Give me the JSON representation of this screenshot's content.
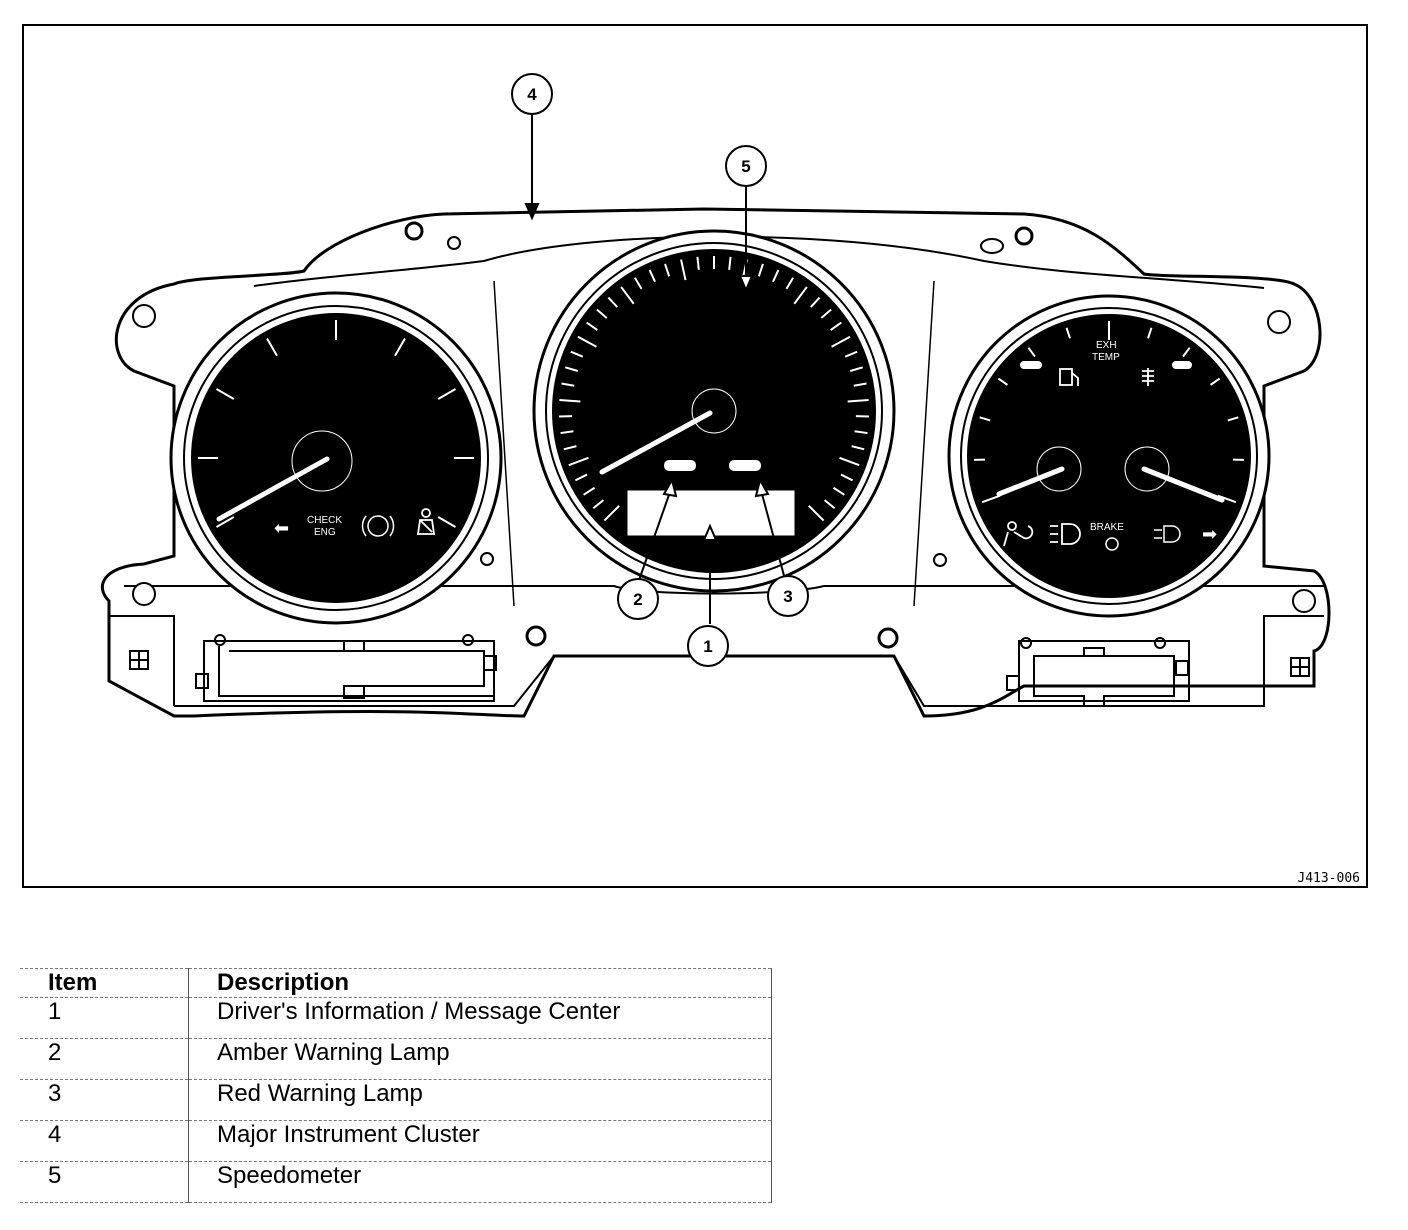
{
  "figure_id": "J413-006",
  "callouts": [
    "1",
    "2",
    "3",
    "4",
    "5"
  ],
  "gauge_labels": {
    "check_eng": [
      "CHECK",
      "ENG"
    ],
    "exh_temp": [
      "EXH",
      "TEMP"
    ],
    "brake": "BRAKE"
  },
  "legend": {
    "headers": {
      "item": "Item",
      "description": "Description"
    },
    "rows": [
      {
        "item": "1",
        "description": "Driver's Information / Message Center"
      },
      {
        "item": "2",
        "description": "Amber Warning Lamp"
      },
      {
        "item": "3",
        "description": "Red Warning Lamp"
      },
      {
        "item": "4",
        "description": "Major Instrument Cluster"
      },
      {
        "item": "5",
        "description": "Speedometer"
      }
    ]
  }
}
